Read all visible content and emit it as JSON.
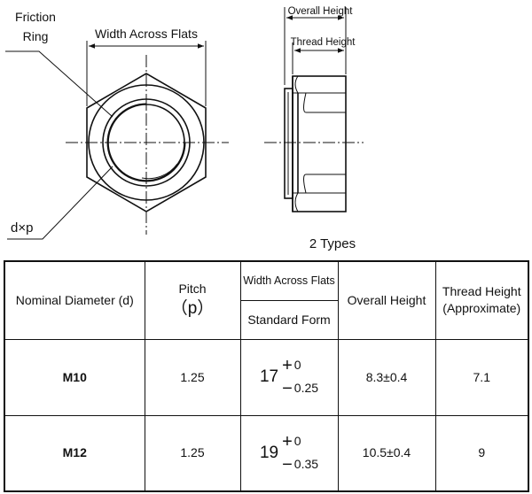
{
  "labels": {
    "friction_ring_1": "Friction",
    "friction_ring_2": "Ring",
    "width_across_flats": "Width Across Flats",
    "overall_height": "Overall Height",
    "thread_height": "Thread Height",
    "dxp": "d×p"
  },
  "caption": "2 Types",
  "table": {
    "headers": {
      "nominal": "Nominal Diameter (d)",
      "pitch_1": "Pitch",
      "pitch_2": "（p）",
      "waf": "Width Across Flats",
      "waf_sub": "Standard Form",
      "overall": "Overall Height",
      "thread_1": "Thread Height",
      "thread_2": "(Approximate)"
    },
    "rows": [
      {
        "size": "M10",
        "pitch": "1.25",
        "waf_base": "17",
        "waf_plus_sign": "+",
        "waf_plus": "0",
        "waf_minus_sign": "−",
        "waf_minus": "0.25",
        "overall": "8.3±0.4",
        "thread": "7.1"
      },
      {
        "size": "M12",
        "pitch": "1.25",
        "waf_base": "19",
        "waf_plus_sign": "+",
        "waf_plus": "0",
        "waf_minus_sign": "−",
        "waf_minus": "0.35",
        "overall": "10.5±0.4",
        "thread": "9"
      }
    ]
  }
}
